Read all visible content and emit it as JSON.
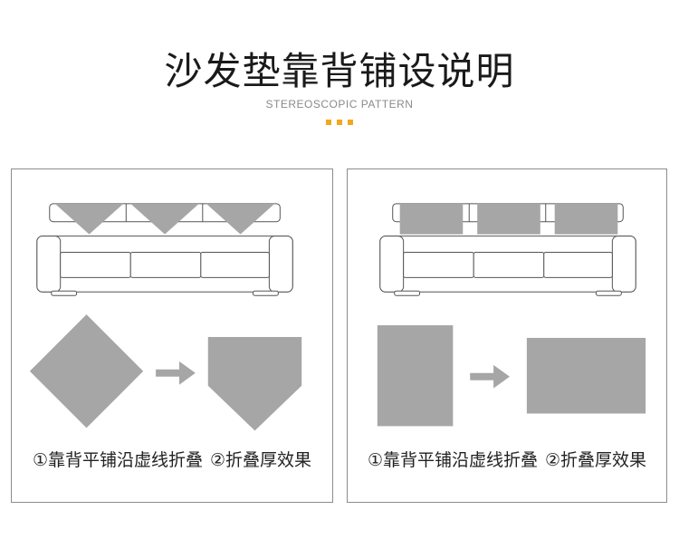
{
  "title": "沙发垫靠背铺设说明",
  "subtitle": "STEREOSCOPIC PATTERN",
  "colors": {
    "accent": "#f0a81c",
    "fill": "#a6a6a6",
    "outline": "#555555",
    "text": "#1a1a1a"
  },
  "panels": [
    {
      "step1": "①靠背平铺沿虚线折叠",
      "step2": "②折叠厚效果"
    },
    {
      "step1": "①靠背平铺沿虚线折叠",
      "step2": "②折叠厚效果"
    }
  ]
}
